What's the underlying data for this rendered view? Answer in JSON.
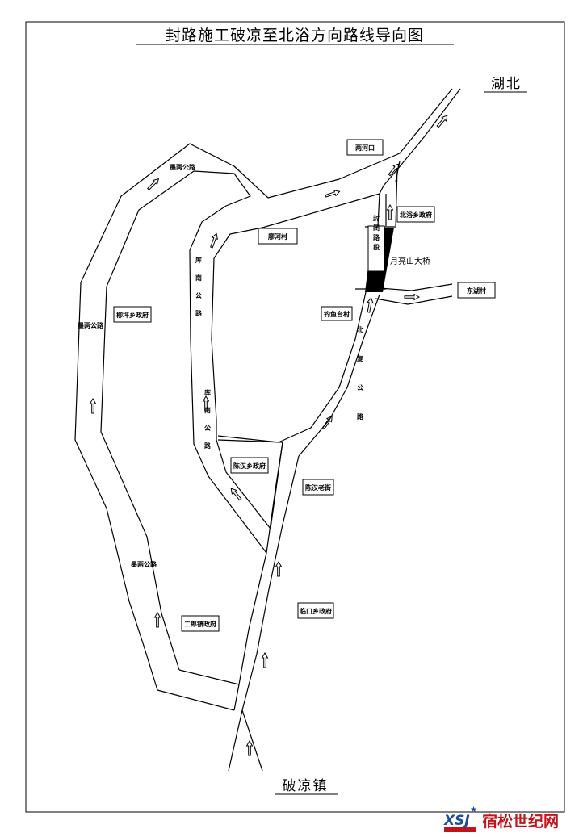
{
  "title": "封路施工破凉至北浴方向路线导向图",
  "destinations": {
    "north": "湖北",
    "south": "破凉镇"
  },
  "bridge": {
    "name": "月亮山大桥",
    "section_label": "封闭路段"
  },
  "roads": [
    {
      "id": "moliang-1",
      "name": "墨两公路"
    },
    {
      "id": "moliang-2",
      "name": "墨两公路"
    },
    {
      "id": "moliang-3",
      "name": "墨两公路"
    },
    {
      "id": "kunan",
      "name": "库南公路"
    },
    {
      "id": "kunan-2",
      "name": "库南公路"
    },
    {
      "id": "beifu",
      "name": "北复公路"
    }
  ],
  "places": [
    {
      "id": "lianghekou",
      "name": "两河口"
    },
    {
      "id": "beiyu-gov",
      "name": "北浴乡政府"
    },
    {
      "id": "liaohe",
      "name": "廖河村"
    },
    {
      "id": "donghu",
      "name": "东湖村"
    },
    {
      "id": "diaoyutai",
      "name": "钓鱼台村"
    },
    {
      "id": "liuping-gov",
      "name": "柳坪乡政府"
    },
    {
      "id": "chenhan-gov",
      "name": "陈汉乡政府"
    },
    {
      "id": "chenhan-street",
      "name": "陈汉老街"
    },
    {
      "id": "linkou-gov",
      "name": "临口乡政府"
    },
    {
      "id": "erlang-gov",
      "name": "二郎镇政府"
    }
  ],
  "watermark": {
    "brand": "宿松世纪网",
    "mark": "XSJ"
  },
  "colors": {
    "line": "#000000",
    "closed_section": "#000000",
    "watermark_red": "#c0141a",
    "watermark_blue": "#1d4e9c"
  }
}
